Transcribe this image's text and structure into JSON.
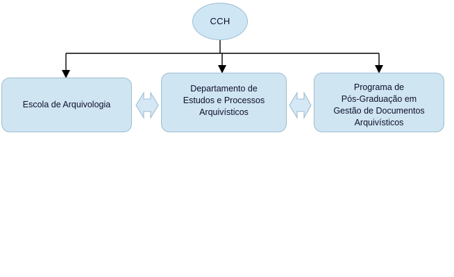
{
  "diagram": {
    "title": "CCH organizational chart",
    "background_color": "#ffffff",
    "node_fill_color": "#cfe6f4",
    "node_border_color": "#9dbcd0",
    "connector_color": "#000000",
    "text_color": "#0d0d2b",
    "root": {
      "label": "CCH",
      "shape": "ellipse"
    },
    "units": [
      {
        "label": "Escola de Arquivologia",
        "shape": "rounded-rectangle"
      },
      {
        "label": "Departamento de\nEstudos e Processos\nArquivísticos",
        "shape": "rounded-rectangle"
      },
      {
        "label": "Programa de\nPós-Graduação em\nGestão de Documentos\nArquivísticos",
        "shape": "rounded-rectangle"
      }
    ],
    "connectors": {
      "hierarchy": {
        "type": "tree-bus",
        "from": "CCH",
        "to": [
          "Escola de Arquivologia",
          "Departamento de Estudos e Processos Arquivísticos",
          "Programa de Pós-Graduação em Gestão de Documentos Arquivísticos"
        ],
        "arrowheads": "single-down"
      },
      "lateral": [
        {
          "type": "bidirectional-arrow",
          "between": [
            "Escola de Arquivologia",
            "Departamento de Estudos e Processos Arquivísticos"
          ]
        },
        {
          "type": "bidirectional-arrow",
          "between": [
            "Departamento de Estudos e Processos Arquivísticos",
            "Programa de Pós-Graduação em Gestão de Documentos Arquivísticos"
          ]
        }
      ]
    }
  }
}
